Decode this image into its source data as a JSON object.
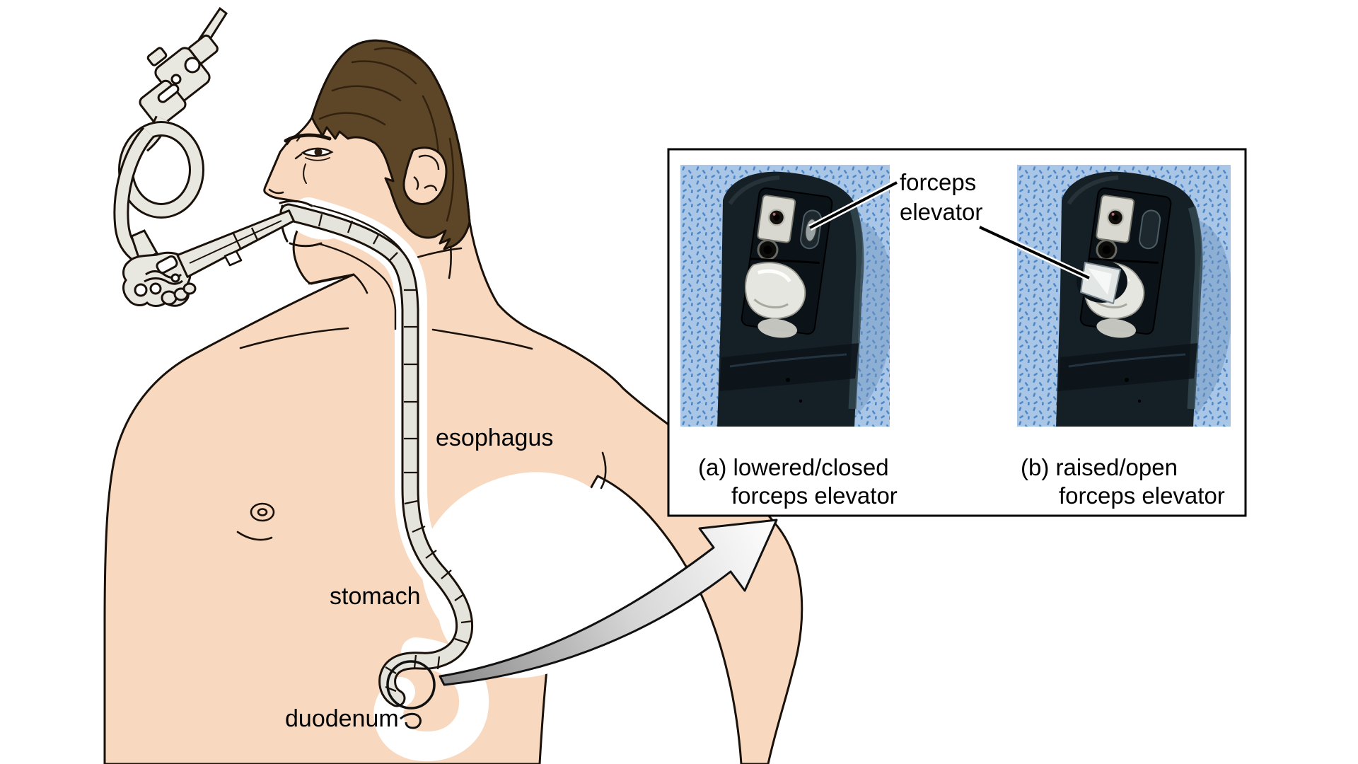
{
  "anatomy_labels": {
    "esophagus": "esophagus",
    "stomach": "stomach",
    "duodenum": "duodenum"
  },
  "inset": {
    "pointer_line1": "forceps",
    "pointer_line2": "elevator",
    "caption_a_line1": "(a) lowered/closed",
    "caption_a_line2": "forceps elevator",
    "caption_b_line1": "(b) raised/open",
    "caption_b_line2": "forceps elevator"
  },
  "colors": {
    "skin": "#f8d9bf",
    "outline": "#1a120a",
    "hair": "#5c4627",
    "device_gray": "#e8e8e1",
    "cloth_blue": "#a9c6e6",
    "cloth_dot_blue": "#4e88c8",
    "scope_dark": "#141f26",
    "arrow_gray": "#909090",
    "label_text": "#000000"
  }
}
